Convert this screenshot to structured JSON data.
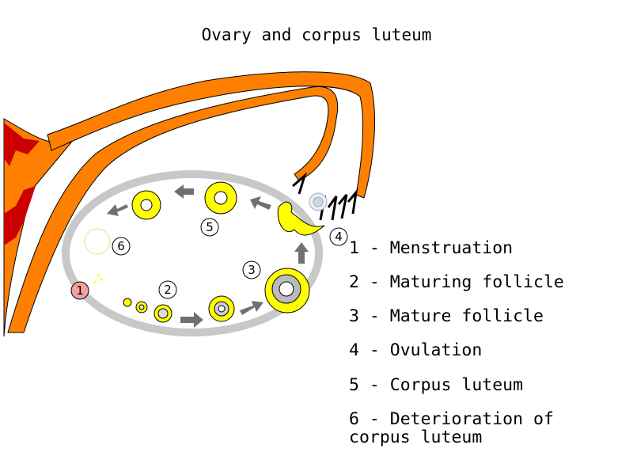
{
  "title": "Ovary and corpus luteum",
  "markers": [
    "1",
    "2",
    "3",
    "4",
    "5",
    "6"
  ],
  "legend": [
    "1 - Menstruation",
    "2 - Maturing follicle",
    "3 - Mature follicle",
    "4 - Ovulation",
    "5 - Corpus luteum",
    "6 - Deterioration of\ncorpus luteum"
  ],
  "colors": {
    "tube": "#ff8000",
    "uterus_lining": "#cc0000",
    "ovary": "#c8c8c8",
    "follicle": "#ffff00",
    "arrow": "#707070",
    "marker_1": "#f4a0a0"
  }
}
